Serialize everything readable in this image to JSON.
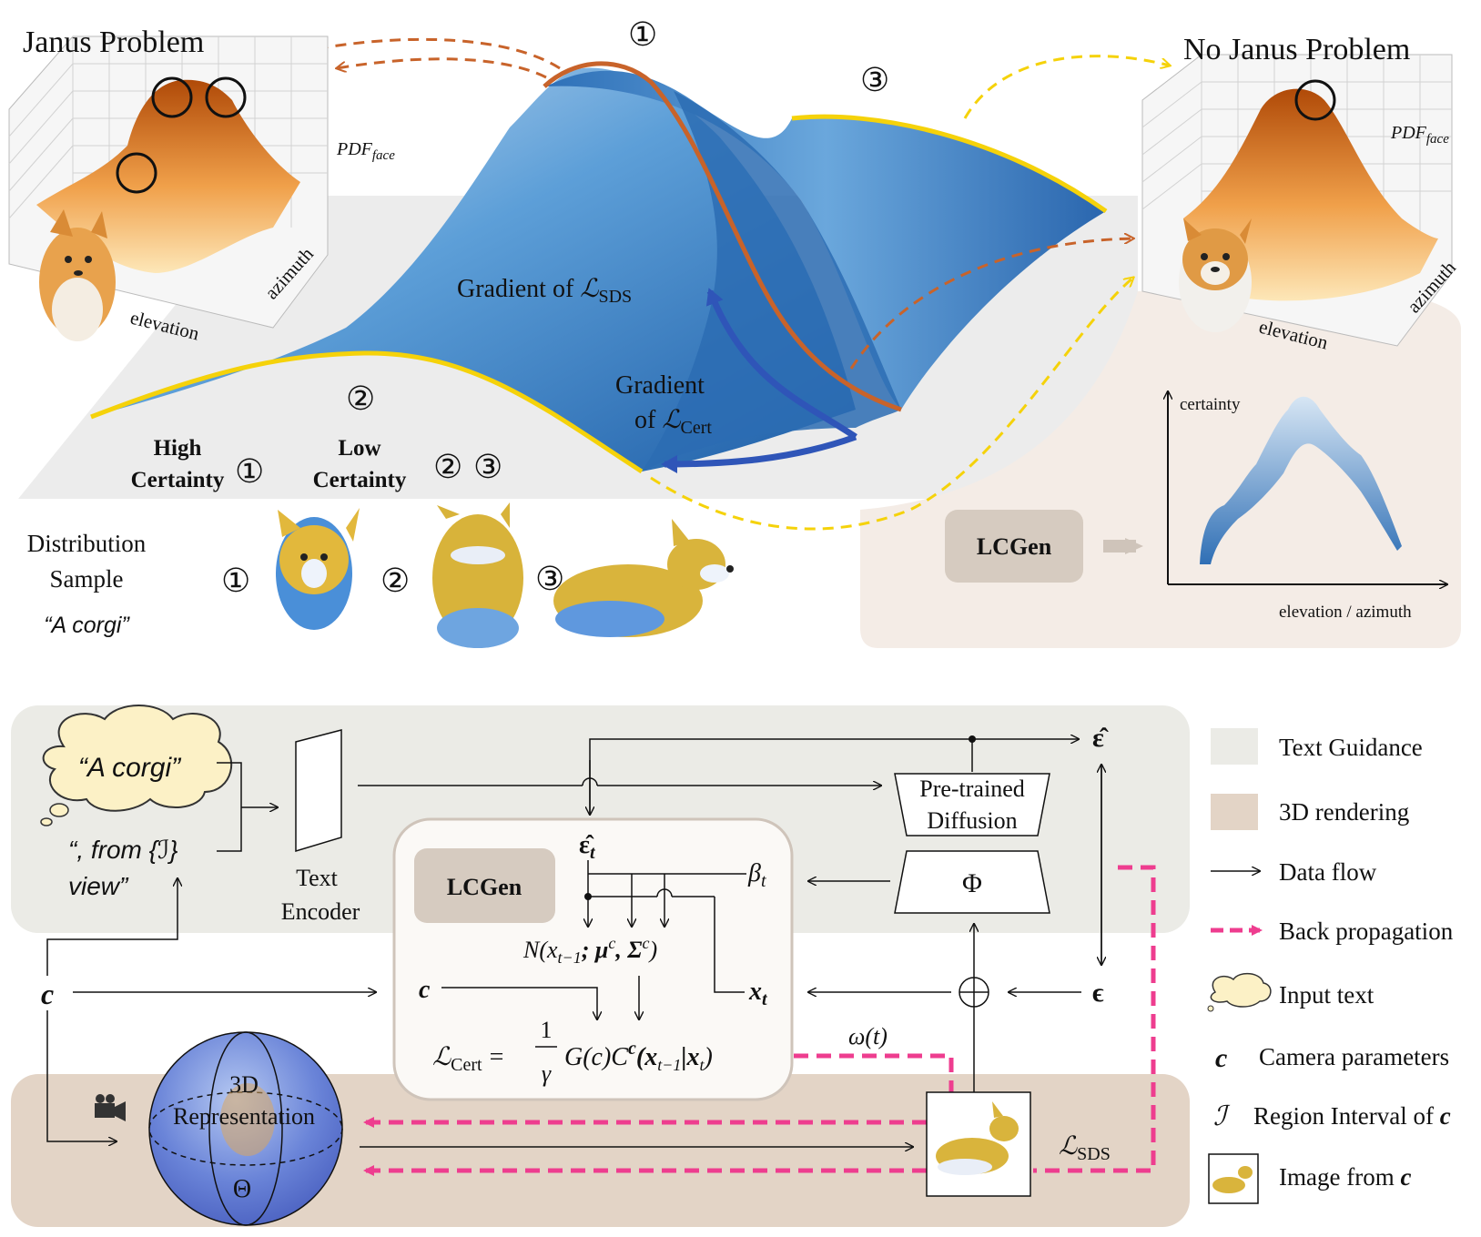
{
  "top": {
    "janus_title": "Janus Problem",
    "no_janus_title": "No Janus Problem",
    "pdf_label_main": "PDF",
    "pdf_label_sub": "face",
    "azimuth": "azimuth",
    "elevation": "elevation",
    "grad_sds_prefix": "Gradient of ",
    "grad_sds_sym": "ℒ",
    "grad_sds_sub": "SDS",
    "grad_cert_line1": "Gradient",
    "grad_cert_prefix": "of ",
    "grad_cert_sym": "ℒ",
    "grad_cert_sub": "Cert",
    "high_certainty_1": "High",
    "high_certainty_2": "Certainty",
    "low_certainty_1": "Low",
    "low_certainty_2": "Certainty",
    "marker_1": "①",
    "marker_2": "②",
    "marker_3": "③",
    "dist_sample_1": "Distribution",
    "dist_sample_2": "Sample",
    "dist_prompt": "“A corgi”",
    "lcgen_box": "LCGen",
    "certainty_axis": "certainty",
    "elev_azim_axis": "elevation / azimuth"
  },
  "bottom": {
    "cloud_text": "“A corgi”",
    "from_view_1": "“, from {",
    "from_view_sym": "ℐ",
    "from_view_2": "}",
    "from_view_3": "view”",
    "text_encoder_1": "Text",
    "text_encoder_2": "Encoder",
    "c_label": "c",
    "lcgen_label": "LCGen",
    "eps_hat_t": "ε̂",
    "eps_hat_t_sub": "t",
    "beta_t": "β",
    "beta_t_sub": "t",
    "normal_dist": "N(x",
    "normal_dist_sub": "t−1",
    "normal_dist_rest": "; μ",
    "normal_dist_sup1": "c",
    "normal_dist_sigma": ", Σ",
    "normal_dist_sup2": "c",
    "normal_dist_close": ")",
    "c_inner": "c",
    "x_t": "x",
    "x_t_sub": "t",
    "lcert_sym": "ℒ",
    "lcert_sub": "Cert",
    "lcert_eq": "=",
    "lcert_frac_num": "1",
    "lcert_frac_den": "γ",
    "lcert_rhs": "G(c)C",
    "lcert_rhs_sup": "c",
    "lcert_rhs_2": "(x",
    "lcert_rhs_sub": "t−1",
    "lcert_rhs_3": "|x",
    "lcert_rhs_sub2": "t",
    "lcert_rhs_4": ")",
    "pretrained_1": "Pre-trained",
    "pretrained_2": "Diffusion",
    "phi": "Φ",
    "eps_hat": "ε̂",
    "eps": "ϵ",
    "omega": "ω(t)",
    "three_d_1": "3D",
    "three_d_2": "Representation",
    "theta": "Θ",
    "lsds_sym": "ℒ",
    "lsds_sub": "SDS"
  },
  "legend": {
    "text_guidance": "Text Guidance",
    "rendering": "3D rendering",
    "data_flow": "Data flow",
    "back_prop": "Back propagation",
    "input_text": "Input text",
    "camera_sym": "c",
    "camera_params": "Camera parameters",
    "region_sym": "ℐ",
    "region_interval": "Region Interval of ",
    "region_c": "c",
    "image_from": "Image from ",
    "image_c": "c"
  },
  "colors": {
    "high_orange": "#c8632a",
    "low_yellow": "#f5d20a",
    "surface_blue": "#3f86c6",
    "grad_arrow": "#2f55b8",
    "backprop_pink": "#ee3d8f",
    "text_guidance_bg": "#ebebe6",
    "rendering_bg": "#e3d4c6",
    "lcgen_box_bg": "#d6cbc0"
  }
}
